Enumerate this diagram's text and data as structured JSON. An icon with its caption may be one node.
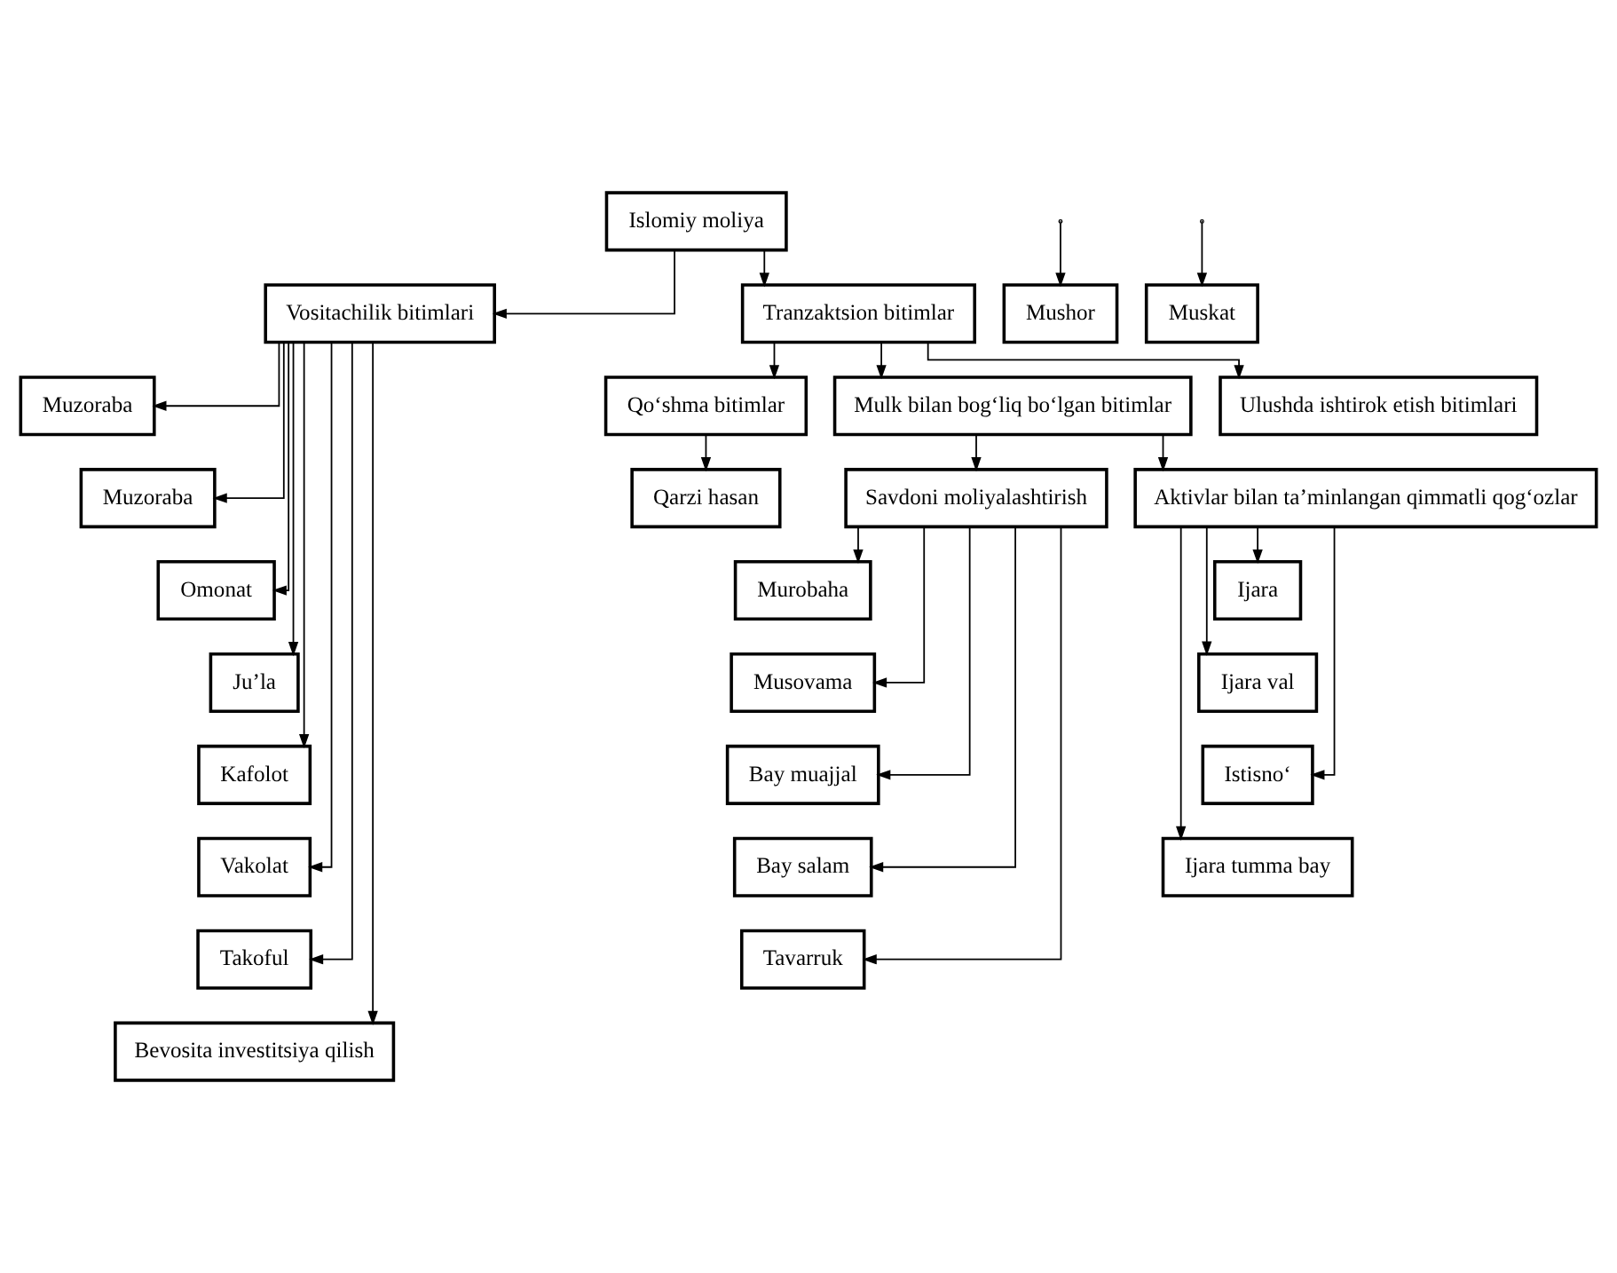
{
  "diagram": {
    "nodes": [
      {
        "text": [
          "Islomiy moliya"
        ]
      },
      {
        "text": [
          "Vositachilik bitimlari"
        ]
      },
      {
        "text": [
          "Tranzaktsion bitimlar"
        ]
      },
      {
        "text": [
          "Muzoraba"
        ]
      },
      {
        "text": [
          "Muzoraba"
        ]
      },
      {
        "text": [
          "Omonat"
        ]
      },
      {
        "text": [
          "Ju’la"
        ]
      },
      {
        "text": [
          "Kafolot"
        ]
      },
      {
        "text": [
          "Vakolat"
        ]
      },
      {
        "text": [
          "Takoful"
        ]
      },
      {
        "text": [
          "Bevosita investitsiya qilish"
        ]
      },
      {
        "text": [
          "Qo‘shma bitimlar"
        ]
      },
      {
        "text": [
          "Mulk bilan bog‘liq bo‘lgan bitimlar"
        ]
      },
      {
        "text": [
          "Ulushda ishtirok etish bitimlari"
        ]
      },
      {
        "text": [
          "Qarzi hasan"
        ]
      },
      {
        "text": [
          "Savdoni moliyalashtirish"
        ]
      },
      {
        "text": [
          "Aktivlar bilan ta’minlangan qimmatli qog‘ozlar"
        ]
      },
      {
        "text": [
          "Murobaha"
        ]
      },
      {
        "text": [
          "Musovama"
        ]
      },
      {
        "text": [
          "Bay muajjal"
        ]
      },
      {
        "text": [
          "Bay salam"
        ]
      },
      {
        "text": [
          "Tavarruk"
        ]
      },
      {
        "text": [
          "Ijara"
        ]
      },
      {
        "text": [
          "Ijara val"
        ]
      },
      {
        "text": [
          "Istisno‘"
        ]
      },
      {
        "text": [
          "Ijara tumma bay"
        ]
      },
      {
        "text": [
          "Mushor"
        ]
      },
      {
        "text": [
          "Muskat"
        ]
      }
    ],
    "edges": [
      {
        "from": 0,
        "to": 1,
        "arrow": "to"
      },
      {
        "from": 0,
        "to": 2,
        "arrow": "to"
      },
      {
        "from": 1,
        "to": 3,
        "arrow": "to"
      },
      {
        "from": 1,
        "to": 4,
        "arrow": "to"
      },
      {
        "from": 1,
        "to": 5,
        "arrow": "to"
      },
      {
        "from": 1,
        "to": 6,
        "arrow": "to"
      },
      {
        "from": 1,
        "to": 7,
        "arrow": "to"
      },
      {
        "from": 1,
        "to": 8,
        "arrow": "to"
      },
      {
        "from": 1,
        "to": 9,
        "arrow": "to"
      },
      {
        "from": 1,
        "to": 10,
        "arrow": "to"
      },
      {
        "from": 2,
        "to": 11,
        "arrow": "to"
      },
      {
        "from": 2,
        "to": 12,
        "arrow": "to"
      },
      {
        "from": 2,
        "to": 13,
        "arrow": "to"
      },
      {
        "from": 11,
        "to": 14,
        "arrow": "to"
      },
      {
        "from": 12,
        "to": 15,
        "arrow": "to"
      },
      {
        "from": 12,
        "to": 16,
        "arrow": "to"
      },
      {
        "from": 15,
        "to": 17,
        "arrow": "to"
      },
      {
        "from": 15,
        "to": 18,
        "arrow": "to"
      },
      {
        "from": 15,
        "to": 19,
        "arrow": "to"
      },
      {
        "from": 15,
        "to": 20,
        "arrow": "to"
      },
      {
        "from": 15,
        "to": 21,
        "arrow": "to"
      },
      {
        "from": 16,
        "to": 22,
        "arrow": "to"
      },
      {
        "from": 16,
        "to": 23,
        "arrow": "to"
      },
      {
        "from": 16,
        "to": 24,
        "arrow": "to"
      },
      {
        "from": 16,
        "to": 25,
        "arrow": "to"
      },
      {
        "from": null,
        "to": 26,
        "arrow": "to"
      },
      {
        "from": null,
        "to": 27,
        "arrow": "to"
      }
    ]
  }
}
